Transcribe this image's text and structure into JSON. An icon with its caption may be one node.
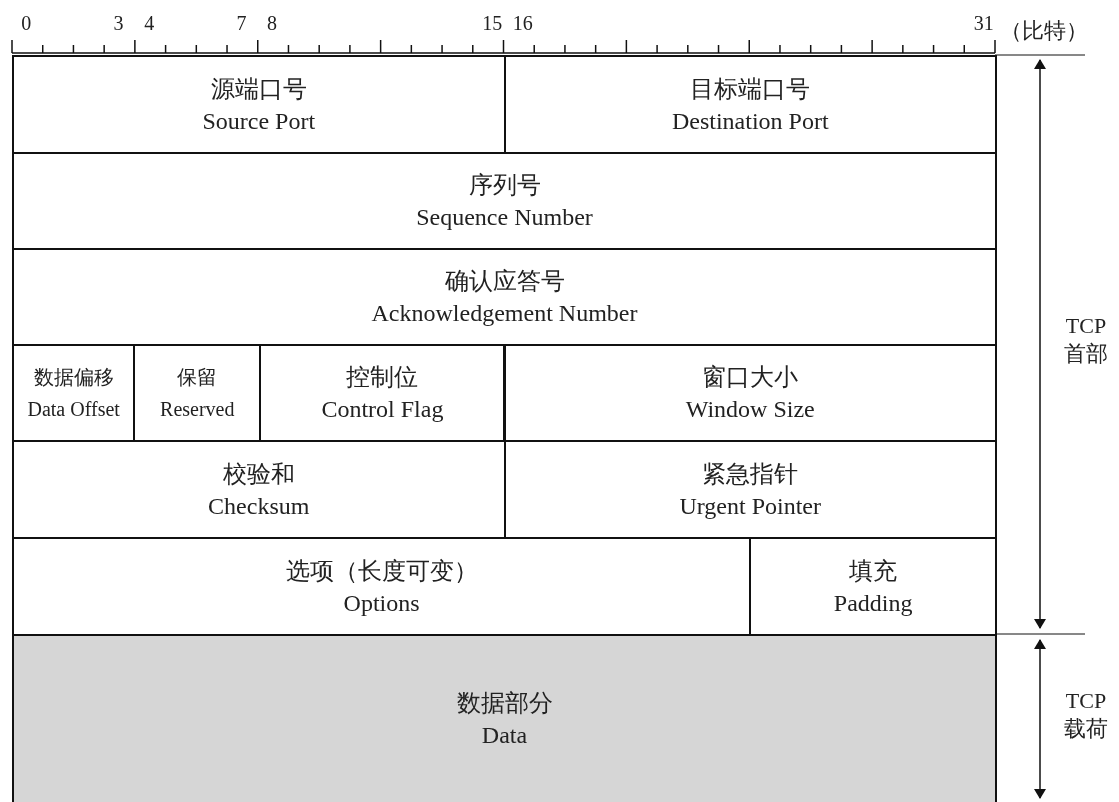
{
  "diagram": {
    "nodes": [
      {
        "text": [
          "源端口号",
          "Source Port"
        ]
      },
      {
        "text": [
          "目标端口号",
          "Destination Port"
        ]
      },
      {
        "text": [
          "序列号",
          "Sequence Number"
        ]
      },
      {
        "text": [
          "确认应答号",
          "Acknowledgement Number"
        ]
      },
      {
        "text": [
          "数据偏移",
          "Data Offset"
        ]
      },
      {
        "text": [
          "保留",
          "Reserved"
        ]
      },
      {
        "text": [
          "控制位",
          "Control Flag"
        ]
      },
      {
        "text": [
          "窗口大小",
          "Window Size"
        ]
      },
      {
        "text": [
          "校验和",
          "Checksum"
        ]
      },
      {
        "text": [
          "紧急指针",
          "Urgent Pointer"
        ]
      },
      {
        "text": [
          "选项（长度可变）",
          "Options"
        ]
      },
      {
        "text": [
          "填充",
          "Padding"
        ]
      },
      {
        "text": [
          "数据部分",
          "Data"
        ]
      }
    ],
    "edges": [],
    "labels": [
      "0",
      "3",
      "4",
      "7",
      "8",
      "15",
      "16",
      "31",
      "（比特）",
      "TCP 首部",
      "TCP 载荷"
    ]
  }
}
